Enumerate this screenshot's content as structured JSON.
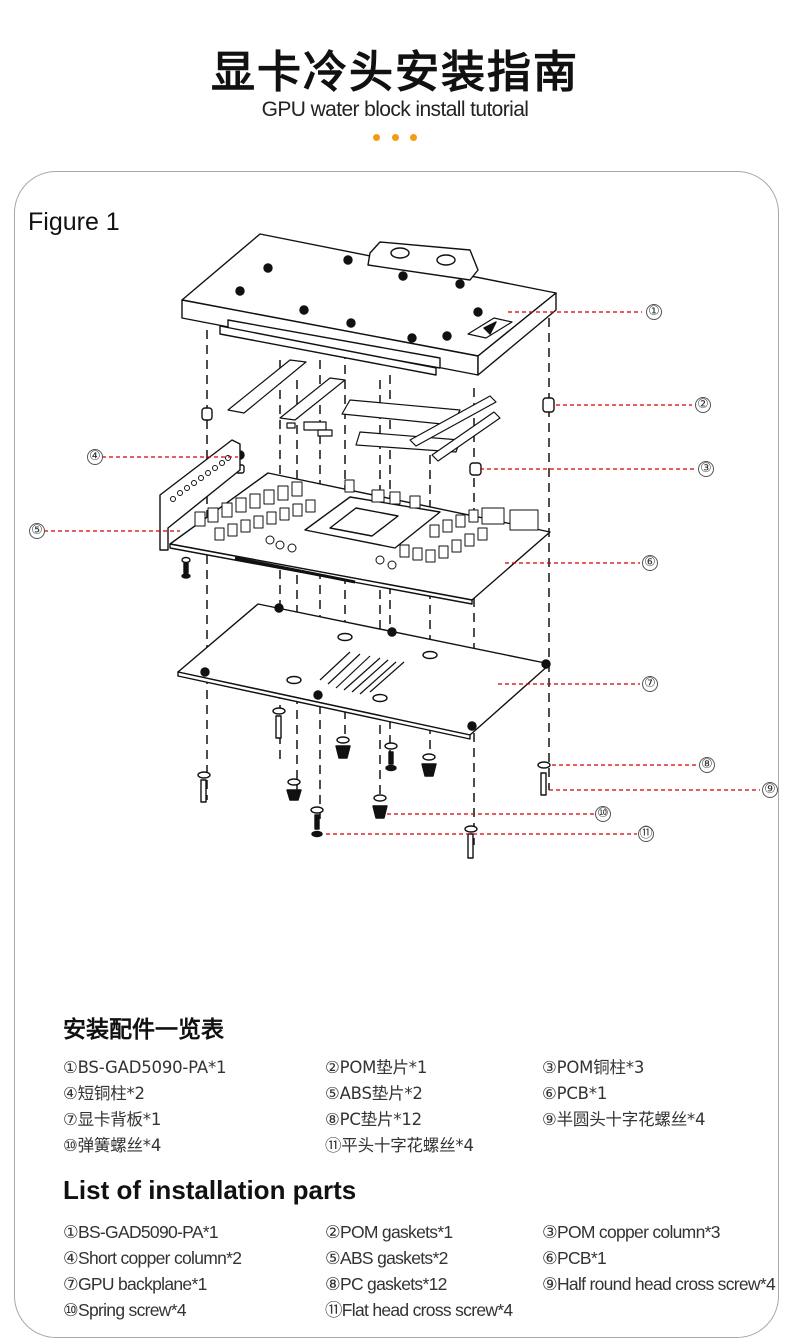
{
  "header": {
    "title_cn": "显卡冷头安装指南",
    "title_en": "GPU water block install tutorial",
    "accent_color": "#f39c12"
  },
  "figure": {
    "label": "Figure 1",
    "callouts": [
      "①",
      "②",
      "③",
      "④",
      "⑤",
      "⑥",
      "⑦",
      "⑧",
      "⑨",
      "⑩",
      "⑪"
    ],
    "leader_color": "#d40000"
  },
  "parts_cn": {
    "title": "安装配件一览表",
    "items": [
      "①BS-GAD5090-PA*1",
      "②POM垫片*1",
      "③POM铜柱*3",
      "④短铜柱*2",
      "⑤ABS垫片*2",
      "⑥PCB*1",
      "⑦显卡背板*1",
      "⑧PC垫片*12",
      "⑨半圆头十字花螺丝*4",
      "⑩弹簧螺丝*4",
      "⑪平头十字花螺丝*4"
    ]
  },
  "parts_en": {
    "title": "List of installation parts",
    "items": [
      "①BS-GAD5090-PA*1",
      "②POM gaskets*1",
      "③POM copper column*3",
      "④Short copper column*2",
      "⑤ABS gaskets*2",
      "⑥PCB*1",
      "⑦GPU backplane*1",
      "⑧PC gaskets*12",
      "⑨Half round head cross screw*4",
      "⑩Spring screw*4",
      "⑪Flat head cross screw*4"
    ]
  }
}
